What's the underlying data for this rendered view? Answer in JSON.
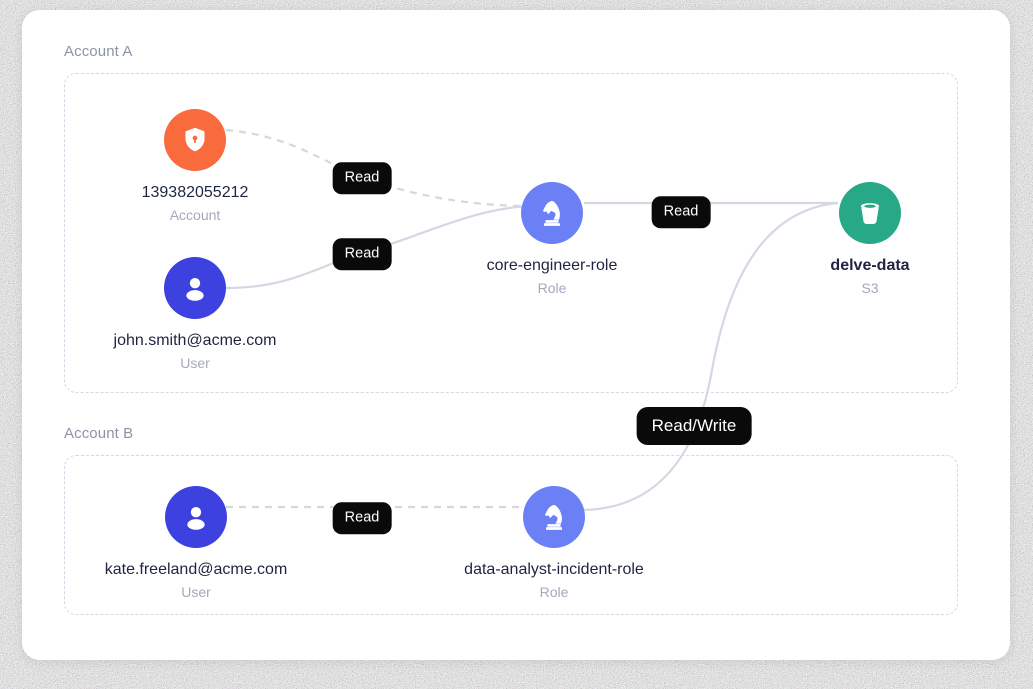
{
  "canvas": {
    "card_background": "#ffffff",
    "edge_color": "#D5D8E3",
    "container_border_color": "#D3D7E6"
  },
  "groups": [
    {
      "id": "account-a",
      "label": "Account A"
    },
    {
      "id": "account-b",
      "label": "Account B"
    }
  ],
  "nodes": [
    {
      "id": "account-node",
      "title": "139382055212",
      "subtitle": "Account",
      "icon": "shield-lock-icon",
      "color": "#F96A3C",
      "bold": false
    },
    {
      "id": "user-john",
      "title": "john.smith@acme.com",
      "subtitle": "User",
      "icon": "user-icon",
      "color": "#3C41E0",
      "bold": false
    },
    {
      "id": "role-core-engineer",
      "title": "core-engineer-role",
      "subtitle": "Role",
      "icon": "chess-knight-icon",
      "color": "#6C80F5",
      "bold": false
    },
    {
      "id": "bucket-delve-data",
      "title": "delve-data",
      "subtitle": "S3",
      "icon": "bucket-icon",
      "color": "#27A987",
      "bold": true
    },
    {
      "id": "user-kate",
      "title": "kate.freeland@acme.com",
      "subtitle": "User",
      "icon": "user-icon",
      "color": "#3C41E0",
      "bold": false
    },
    {
      "id": "role-data-analyst",
      "title": "data-analyst-incident-role",
      "subtitle": "Role",
      "icon": "chess-knight-icon",
      "color": "#6C80F5",
      "bold": false
    }
  ],
  "edges": [
    {
      "id": "e-account-role",
      "from": "account-node",
      "to": "role-core-engineer",
      "label": "Read",
      "style": "dashed"
    },
    {
      "id": "e-john-role",
      "from": "user-john",
      "to": "role-core-engineer",
      "label": "Read",
      "style": "solid"
    },
    {
      "id": "e-role-bucket",
      "from": "role-core-engineer",
      "to": "bucket-delve-data",
      "label": "Read",
      "style": "solid"
    },
    {
      "id": "e-kate-role",
      "from": "user-kate",
      "to": "role-data-analyst",
      "label": "Read",
      "style": "dashed"
    },
    {
      "id": "e-analyst-bucket",
      "from": "role-data-analyst",
      "to": "bucket-delve-data",
      "label": "Read/Write",
      "style": "solid"
    }
  ]
}
